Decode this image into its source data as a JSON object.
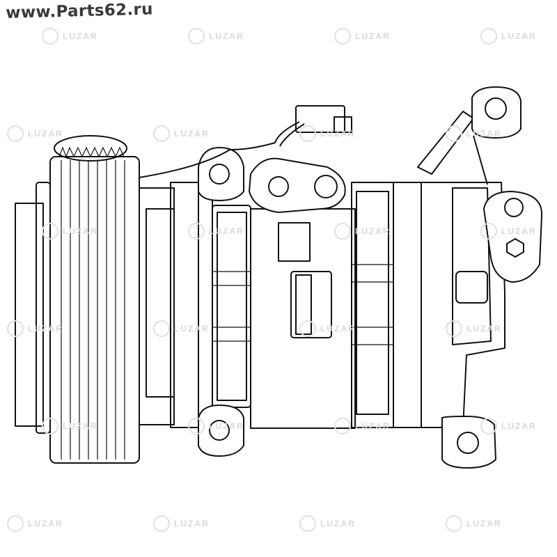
{
  "header": {
    "site_url": "www.Parts62.ru"
  },
  "watermark": {
    "brand": "LUZAR"
  },
  "drawing": {
    "subject": "ac-compressor",
    "line_color": "#111111",
    "watermark_color": "#e6e6e6"
  }
}
